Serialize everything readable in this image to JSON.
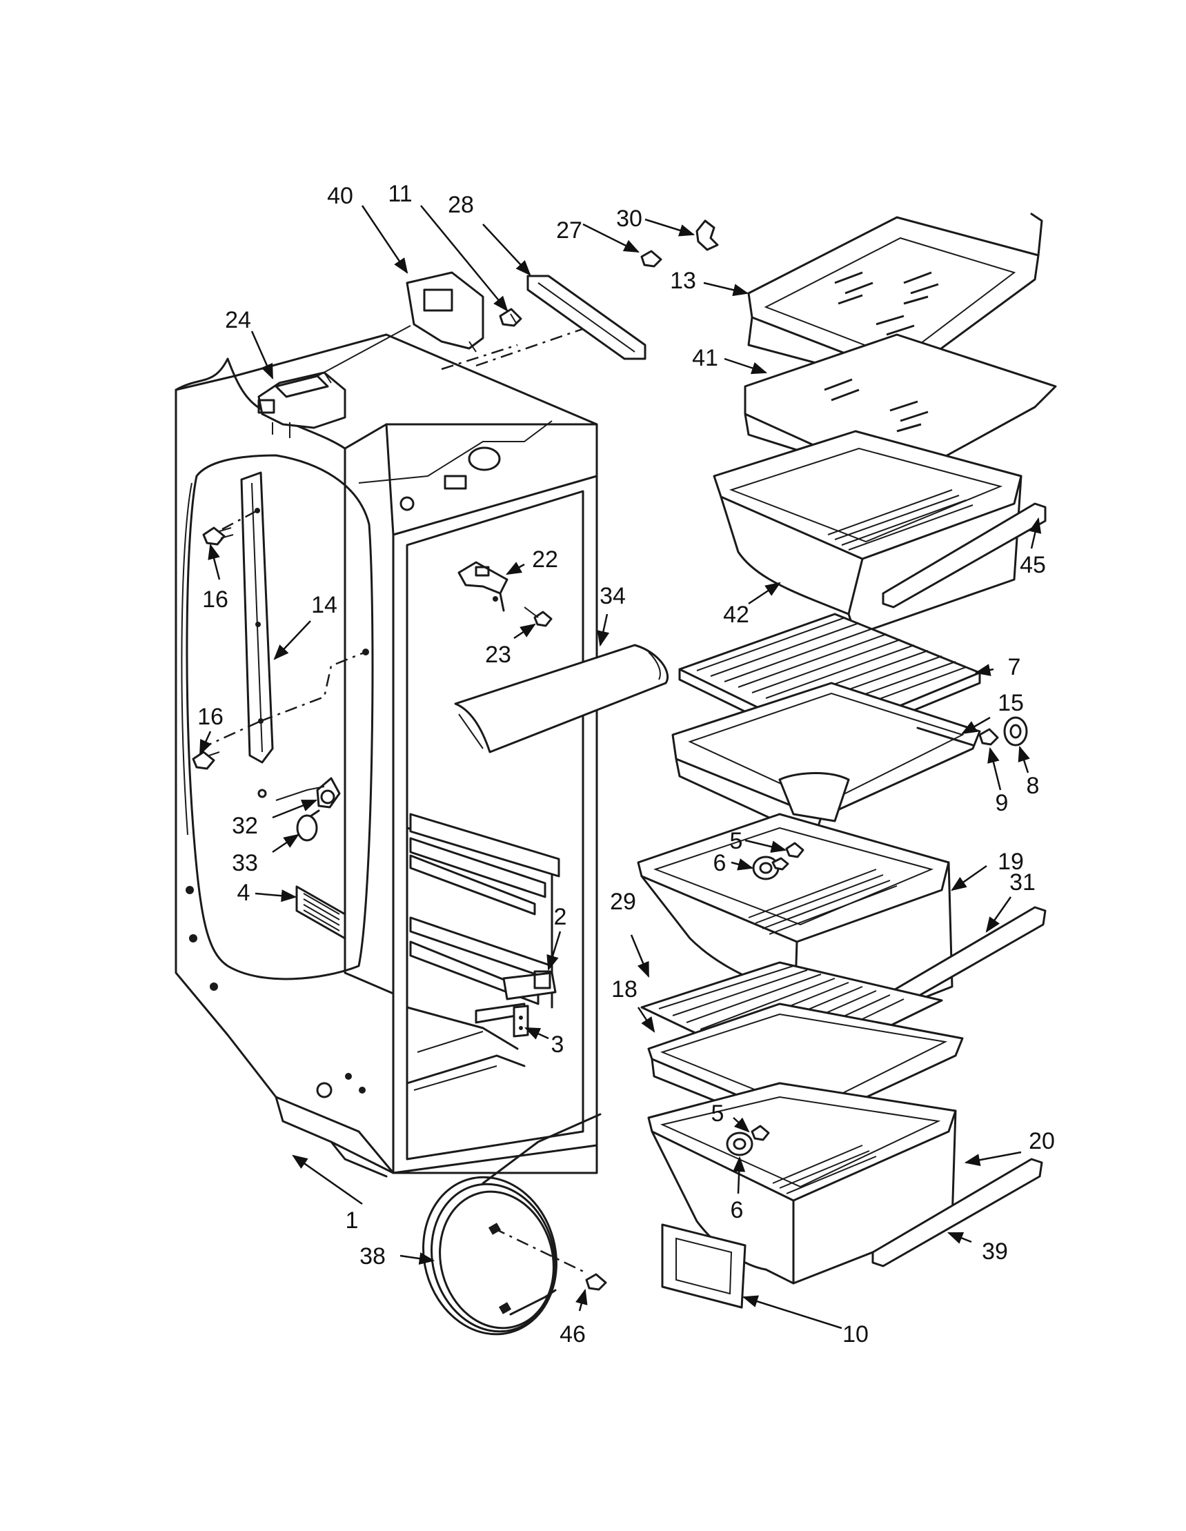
{
  "diagram": {
    "callouts": [
      "1",
      "2",
      "3",
      "4",
      "5",
      "6",
      "7",
      "8",
      "9",
      "10",
      "11",
      "13",
      "14",
      "15",
      "16",
      "18",
      "19",
      "20",
      "22",
      "23",
      "24",
      "27",
      "28",
      "29",
      "30",
      "31",
      "32",
      "33",
      "34",
      "38",
      "39",
      "40",
      "41",
      "42",
      "45",
      "46"
    ]
  }
}
